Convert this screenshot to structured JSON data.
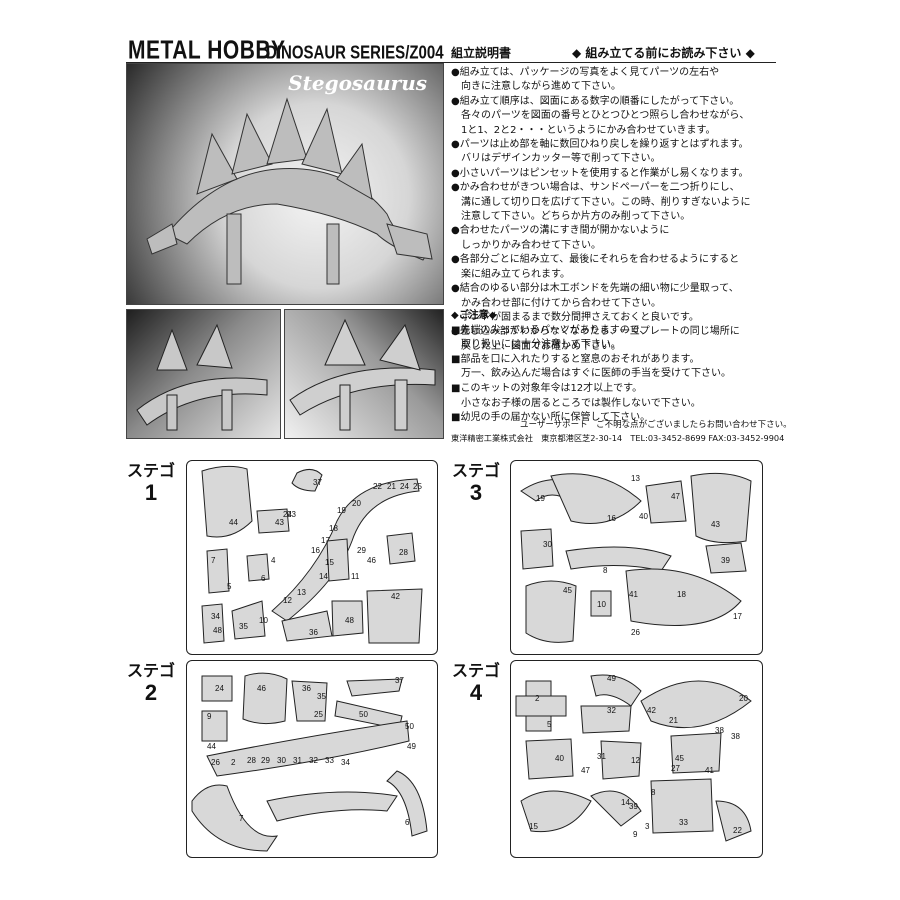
{
  "header": {
    "brand": "METAL HOBBY",
    "series": "DINOSAUR SERIES/Z004",
    "doc_title": "組立説明書",
    "read_first": "◆ 組み立てる前にお読み下さい ◆"
  },
  "photo": {
    "title": "Stegosaurus"
  },
  "instructions": [
    "●組み立ては、パッケージの写真をよく見てパーツの左右や",
    "　向きに注意しながら進めて下さい。",
    "●組み立て順序は、図面にある数字の順番にしたがって下さい。",
    "　各々のパーツを図面の番号とひとつひとつ照らし合わせながら、",
    "　1と1、2と2・・・というようにかみ合わせていきます。",
    "●パーツは止め部を軸に数回ひねり戻しを繰り返すとはずれます。",
    "　バリはデザインカッター等で削って下さい。",
    "●小さいパーツはピンセットを使用すると作業がし易くなります。",
    "●かみ合わせがきつい場合は、サンドペーパーを二つ折りにし、",
    "　溝に通して切り口を広げて下さい。この時、削りすぎないように",
    "　注意して下さい。どちらか片方のみ削って下さい。",
    "●合わせたパーツの溝にすき間が開かないように",
    "　しっかりかみ合わせて下さい。",
    "●各部分ごとに組み立て、最後にそれらを合わせるようにすると",
    "　楽に組み立てられます。",
    "●結合のゆるい部分は木工ボンドを先端の細い物に少量取って、",
    "　かみ合わせ部に付けてから合わせて下さい。",
    "　ボンドが固まるまで数分間押さえておくと良いです。",
    "",
    "●差し込み部がわからなくなったら、一旦プレートの同じ場所に",
    "　戻した上、図面でお確かめ下さい。"
  ],
  "caution": {
    "heading": "◆ご注意◆",
    "lines": [
      "■先端の尖っているパーツがありますので、",
      "　取り扱いには十分注意して下さい。",
      "■部品を口に入れたりすると窒息のおそれがあります。",
      "　万一、飲み込んだ場合はすぐに医師の手当を受けて下さい。",
      "■このキットの対象年令は12才以上です。",
      "　小さなお子様の居るところでは製作しないで下さい。",
      "",
      "■幼児の手の届かない所に保管して下さい。"
    ]
  },
  "support": "ユーザーサポート　ご不明な点がございましたらお問い合わせ下さい。",
  "company": "東洋精密工業株式会社　東京都港区芝2-30-14　TEL:03-3452-8699 FAX:03-3452-9904",
  "plates": [
    {
      "label": "ステゴ",
      "number": "1",
      "numbers": [
        "37",
        "23",
        "22",
        "21",
        "24",
        "25",
        "20",
        "19",
        "18",
        "44",
        "43",
        "24",
        "17",
        "16",
        "7",
        "4",
        "15",
        "29",
        "28",
        "14",
        "46",
        "5",
        "6",
        "11",
        "13",
        "12",
        "42",
        "34",
        "10",
        "48",
        "35",
        "36",
        "48"
      ]
    },
    {
      "label": "ステゴ",
      "number": "2",
      "numbers": [
        "24",
        "46",
        "36",
        "35",
        "37",
        "50",
        "9",
        "25",
        "44",
        "26",
        "28",
        "29",
        "30",
        "31",
        "32",
        "33",
        "34",
        "50",
        "49",
        "2",
        "7",
        "6"
      ]
    },
    {
      "label": "ステゴ",
      "number": "3",
      "numbers": [
        "13",
        "47",
        "19",
        "16",
        "40",
        "43",
        "30",
        "39",
        "8",
        "45",
        "41",
        "18",
        "10",
        "17",
        "26"
      ]
    },
    {
      "label": "ステゴ",
      "number": "4",
      "numbers": [
        "49",
        "20",
        "2",
        "32",
        "42",
        "21",
        "5",
        "38",
        "38",
        "31",
        "12",
        "45",
        "27",
        "40",
        "47",
        "41",
        "8",
        "14",
        "39",
        "15",
        "3",
        "9",
        "33",
        "22"
      ]
    }
  ]
}
